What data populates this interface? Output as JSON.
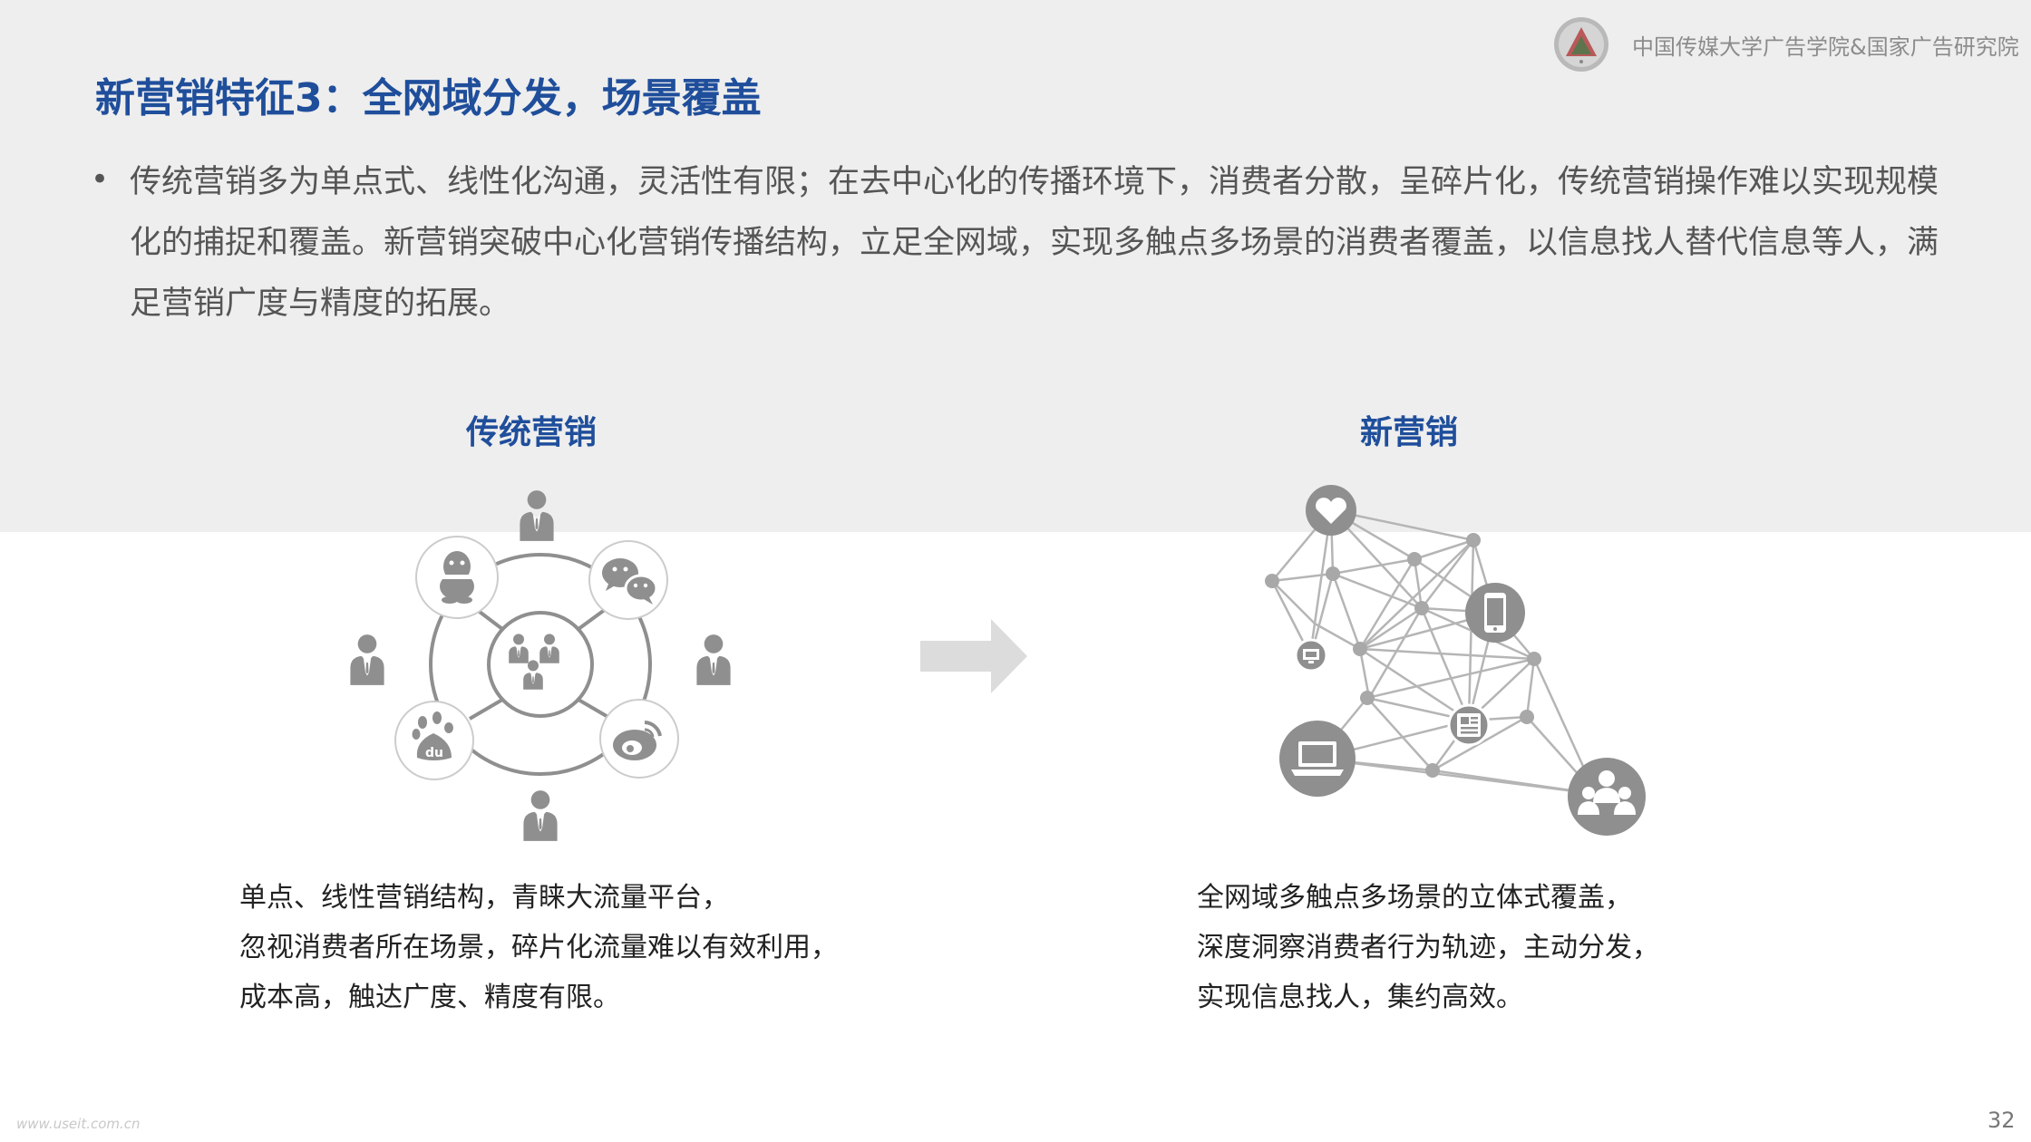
{
  "header": {
    "org_name": "中国传媒大学广告学院&国家广告研究院",
    "logo_icon": "university-seal-icon"
  },
  "slide": {
    "title": "新营销特征3：全网域分发，场景覆盖",
    "bullet_marker": "•",
    "bullet_text": "传统营销多为单点式、线性化沟通，灵活性有限；在去中心化的传播环境下，消费者分散，呈碎片化，传统营销操作难以实现规模化的捕捉和覆盖。新营销突破中心化营销传播结构，立足全网域，实现多触点多场景的消费者覆盖，以信息找人替代信息等人，满足营销广度与精度的拓展。"
  },
  "traditional": {
    "heading": "传统营销",
    "caption_lines": [
      "单点、线性营销结构，青睐大流量平台，",
      "忽视消费者所在场景，碎片化流量难以有效利用，",
      "成本高，触达广度、精度有限。"
    ],
    "platform_icons": [
      "qq-icon",
      "wechat-icon",
      "baidu-icon",
      "weibo-icon"
    ],
    "center_icon": "user-group-icon"
  },
  "new_marketing": {
    "heading": "新营销",
    "caption_lines": [
      "全网域多触点多场景的立体式覆盖，",
      "深度洞察消费者行为轨迹，主动分发，",
      "实现信息找人，集约高效。"
    ],
    "node_icons": [
      "heart-icon",
      "mobile-phone-icon",
      "monitor-icon",
      "laptop-icon",
      "newspaper-icon",
      "user-group-icon"
    ]
  },
  "footer": {
    "watermark": "www.useit.com.cn",
    "page_number": "32"
  },
  "colors": {
    "title_blue": "#1f4e9b",
    "band_gray": "#eeeeee",
    "icon_gray": "#8f8f8f",
    "line_gray": "#b5b5b5"
  }
}
